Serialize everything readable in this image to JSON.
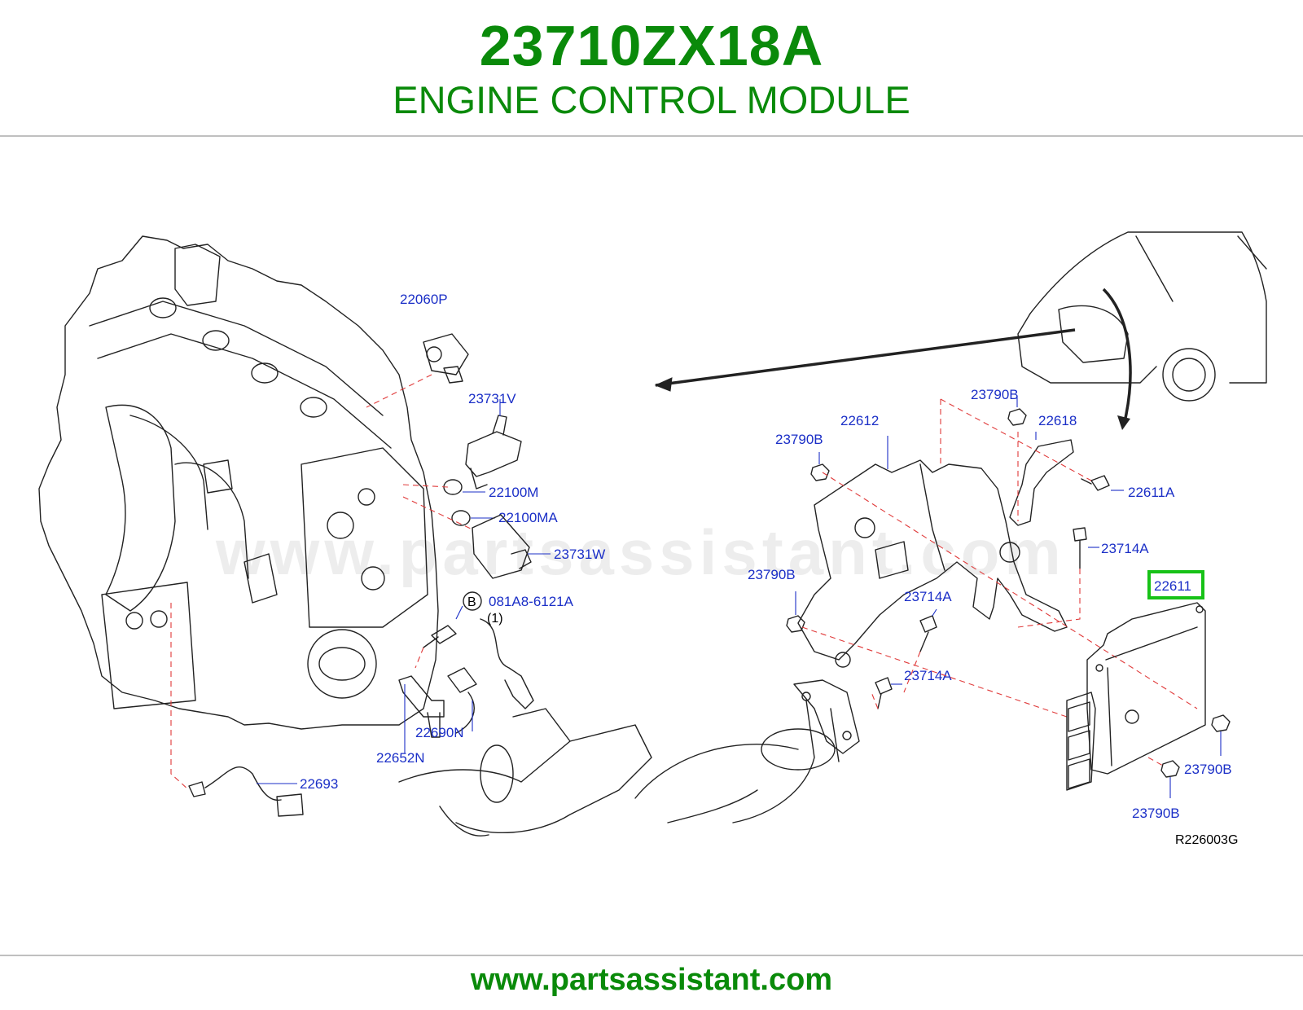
{
  "header": {
    "part_number": "23710ZX18A",
    "part_name": "ENGINE CONTROL MODULE"
  },
  "diagram": {
    "watermark": "www.partsassistant.com",
    "reference_code": "R226003G",
    "callouts": {
      "c22060P": "22060P",
      "c23731V": "23731V",
      "c22100M": "22100M",
      "c22100MA": "22100MA",
      "c23731W": "23731W",
      "cB": "B",
      "c081A8": "081A8-6121A",
      "cQty": "(1)",
      "c22690N": "22690N",
      "c22652N": "22652N",
      "c22693": "22693",
      "c23790B_top": "23790B",
      "c22612": "22612",
      "c23790B_left": "23790B",
      "c22618": "22618",
      "c22611A": "22611A",
      "c23714A_right": "23714A",
      "c23790B_mid": "23790B",
      "c23714A_mid": "23714A",
      "c23714A_low": "23714A",
      "c22611": "22611",
      "c23790B_r1": "23790B",
      "c23790B_r2": "23790B"
    },
    "highlight_color": "#17c217"
  },
  "footer": {
    "url": "www.partsassistant.com"
  }
}
